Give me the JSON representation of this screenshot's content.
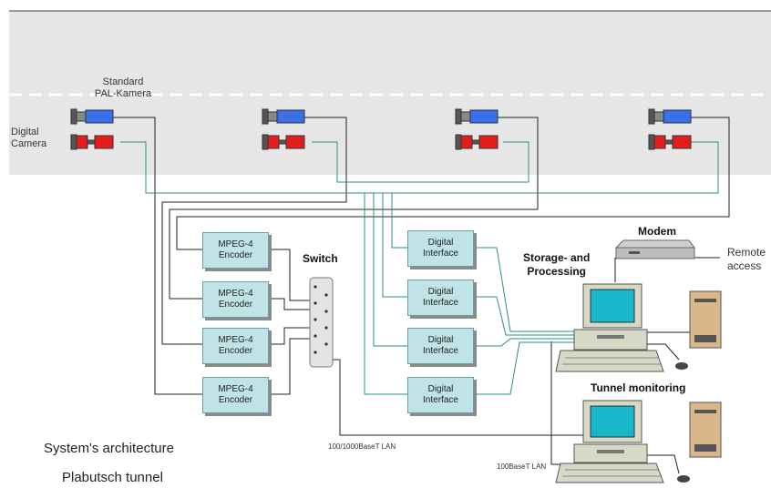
{
  "diagram": {
    "camera_labels": {
      "standard": "Standard\nPAL-Kamera",
      "digital": "Digital\nCamera"
    },
    "encoder_label": "MPEG-4\nEncoder",
    "switch_label": "Switch",
    "interface_label": "Digital\nInterface",
    "storage_label": "Storage- and\nProcessing",
    "modem_label": "Modem",
    "remote_label": "Remote\naccess",
    "tunnel_monitoring_label": "Tunnel monitoring",
    "lan_1000_label": "100/1000BaseT LAN",
    "lan_100_label": "100BaseT LAN",
    "caption_1": "System's architecture",
    "caption_2": "Plabutsch tunnel",
    "colors": {
      "road": "#e6e6e6",
      "camera_blue": "#3a6fe8",
      "camera_red": "#e51c1c",
      "box_fill": "#bfe3e6",
      "analog_wire": "#222222",
      "digital_wire": "#2a8f86"
    }
  }
}
